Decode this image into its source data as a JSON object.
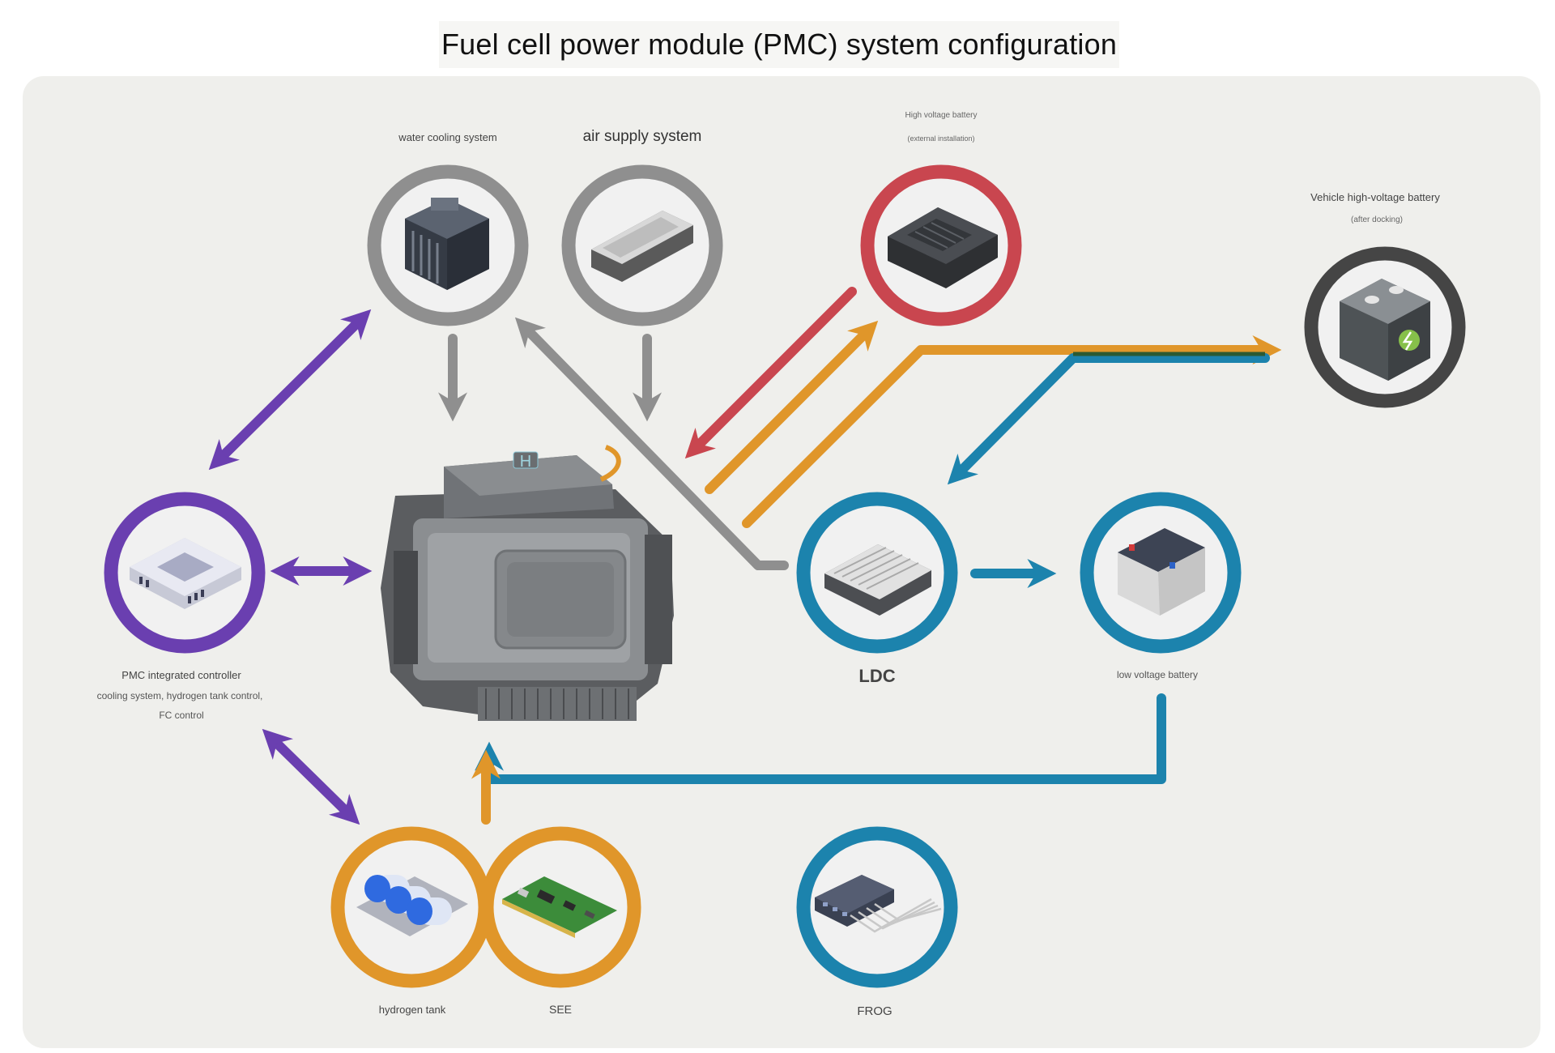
{
  "title": "Fuel cell power module (PMC) system configuration",
  "colors": {
    "purple": "#6a3fb0",
    "gray": "#8f8f8f",
    "red": "#c9464f",
    "orange": "#e0962a",
    "blue": "#1c83ad",
    "dark": "#454545",
    "panel": "#efefec"
  },
  "nodes": {
    "water_cooling": {
      "label": "water cooling system",
      "icon": "radiator-icon"
    },
    "air_supply": {
      "label": "air supply system",
      "icon": "air-filter-icon"
    },
    "hv_battery_ext": {
      "label": "High voltage battery",
      "sublabel": "(external installation)",
      "icon": "battery-pack-icon"
    },
    "vehicle_hv_battery": {
      "label": "Vehicle high-voltage battery",
      "sublabel": "(after docking)",
      "icon": "vehicle-battery-icon"
    },
    "pmc_controller": {
      "label": "PMC integrated controller",
      "sublabel_1": "cooling system, hydrogen tank control,",
      "sublabel_2": "FC control",
      "icon": "controller-icon"
    },
    "ldc": {
      "label": "LDC",
      "icon": "converter-icon"
    },
    "low_voltage_battery": {
      "label": "low voltage battery",
      "icon": "car-battery-icon"
    },
    "hydrogen_tank": {
      "label": "hydrogen tank",
      "icon": "hydrogen-tank-icon"
    },
    "see": {
      "label": "SEE",
      "icon": "circuit-board-icon"
    },
    "frog": {
      "label": "FROG",
      "icon": "hub-icon"
    },
    "fuel_cell_module": {
      "badge": "H",
      "icon": "fuel-cell-module-icon"
    }
  }
}
